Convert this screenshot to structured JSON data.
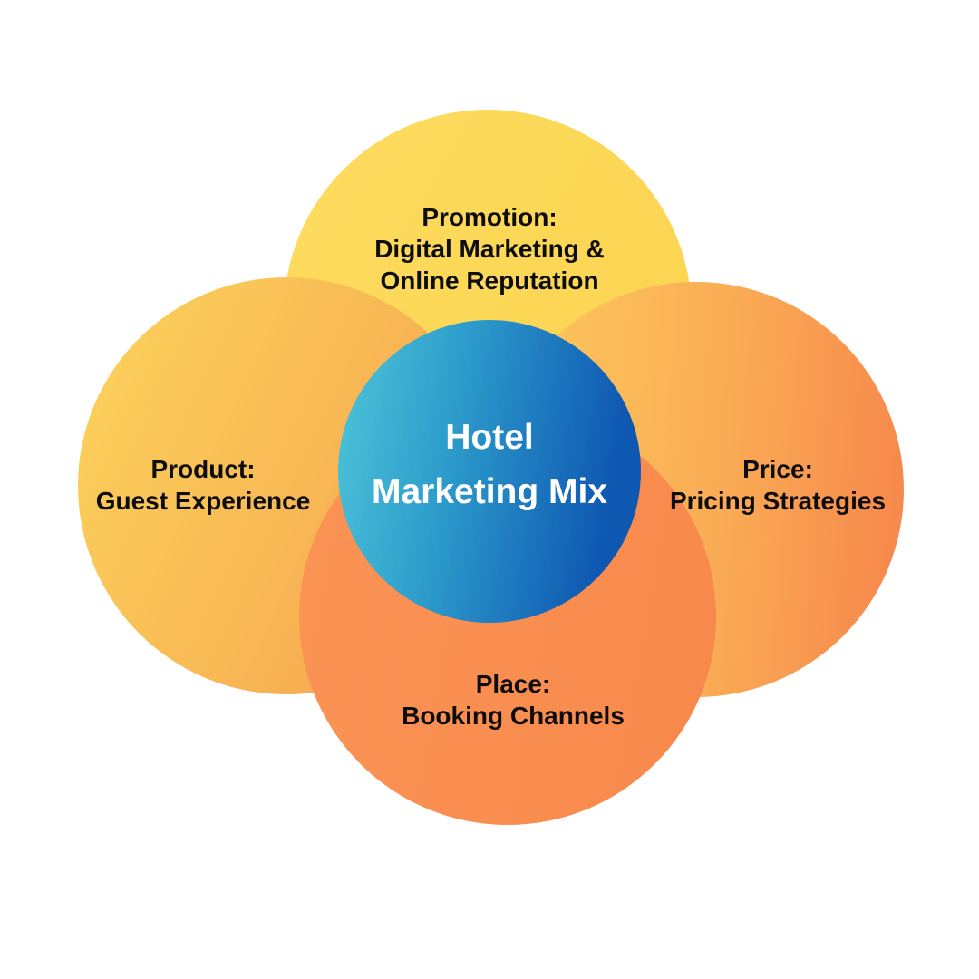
{
  "diagram": {
    "center": {
      "lines": [
        "Hotel",
        "Marketing Mix"
      ],
      "colors": {
        "start": "#45BCD9",
        "end": "#0F58B2",
        "text": "#FFFFFF"
      },
      "bg_style": "background: linear-gradient(100deg, #4FC5D8 0%, #2E9FCC 35%, #0F58B2 85%)"
    },
    "promotion": {
      "lines": [
        "Promotion:",
        "Digital Marketing &",
        "Online Reputation"
      ],
      "colors": {
        "start": "#FDDC60",
        "end": "#FCD34E",
        "text": "#0D0D0D"
      },
      "bg_style": "background: linear-gradient(120deg, #FDDC60 0%, #FCD34E 100%)"
    },
    "product": {
      "lines": [
        "Product:",
        "Guest Experience"
      ],
      "colors": {
        "start": "#FCD45C",
        "end": "#F49A4E",
        "text": "#0D0D0D"
      },
      "bg_style": "background: linear-gradient(115deg, #FCD45C 0%, #F8B754 55%, #F49A4E 100%)"
    },
    "price": {
      "lines": [
        "Price:",
        "Pricing Strategies"
      ],
      "colors": {
        "start": "#FDCB5D",
        "end": "#F6854B",
        "text": "#0D0D0D"
      },
      "bg_style": "background: linear-gradient(95deg, #FDCB5D 0%, #FAAC55 55%, #F6854B 100%)"
    },
    "place": {
      "lines": [
        "Place:",
        "Booking Channels"
      ],
      "colors": {
        "start": "#FB9456",
        "end": "#F8884B",
        "text": "#0D0D0D"
      },
      "bg_style": "background: linear-gradient(100deg, #FB9456 0%, #F8884B 100%)"
    }
  },
  "background_color": "#FFFFFF"
}
